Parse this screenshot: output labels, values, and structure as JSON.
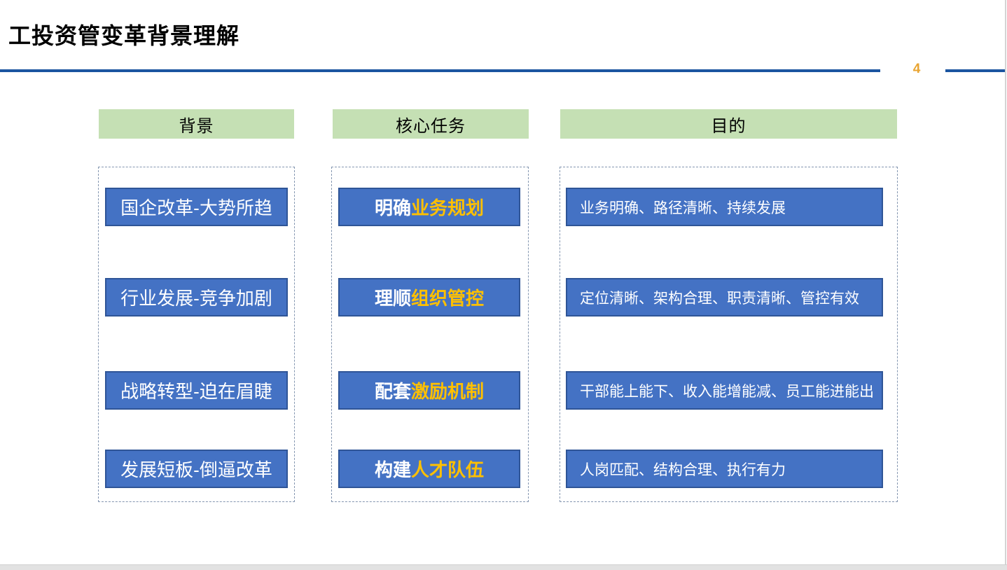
{
  "page": {
    "title": "工投资管变革背景理解",
    "page_number": "4"
  },
  "colors": {
    "title_text": "#000000",
    "accent_line": "#1b55a0",
    "page_number": "#e9a431",
    "header_bg": "#c5e0b4",
    "header_text": "#000000",
    "box_fill": "#4472c4",
    "box_border": "#2f5597",
    "box_text": "#ffffff",
    "highlight_text": "#ffc000",
    "dashed_border": "#8496b0"
  },
  "columns": [
    {
      "header": "背景",
      "items": [
        {
          "text": "国企改革-大势所趋"
        },
        {
          "text": "行业发展-竞争加剧"
        },
        {
          "text": "战略转型-迫在眉睫"
        },
        {
          "text": "发展短板-倒逼改革"
        }
      ]
    },
    {
      "header": "核心任务",
      "items": [
        {
          "prefix": "明确",
          "highlight": "业务规划"
        },
        {
          "prefix": "理顺",
          "highlight": "组织管控"
        },
        {
          "prefix": "配套",
          "highlight": "激励机制"
        },
        {
          "prefix": "构建",
          "highlight": "人才队伍"
        }
      ]
    },
    {
      "header": "目的",
      "items": [
        {
          "text": "业务明确、路径清晰、持续发展"
        },
        {
          "text": "定位清晰、架构合理、职责清晰、管控有效"
        },
        {
          "text": "干部能上能下、收入能增能减、员工能进能出"
        },
        {
          "text": "人岗匹配、结构合理、执行有力"
        }
      ]
    }
  ]
}
